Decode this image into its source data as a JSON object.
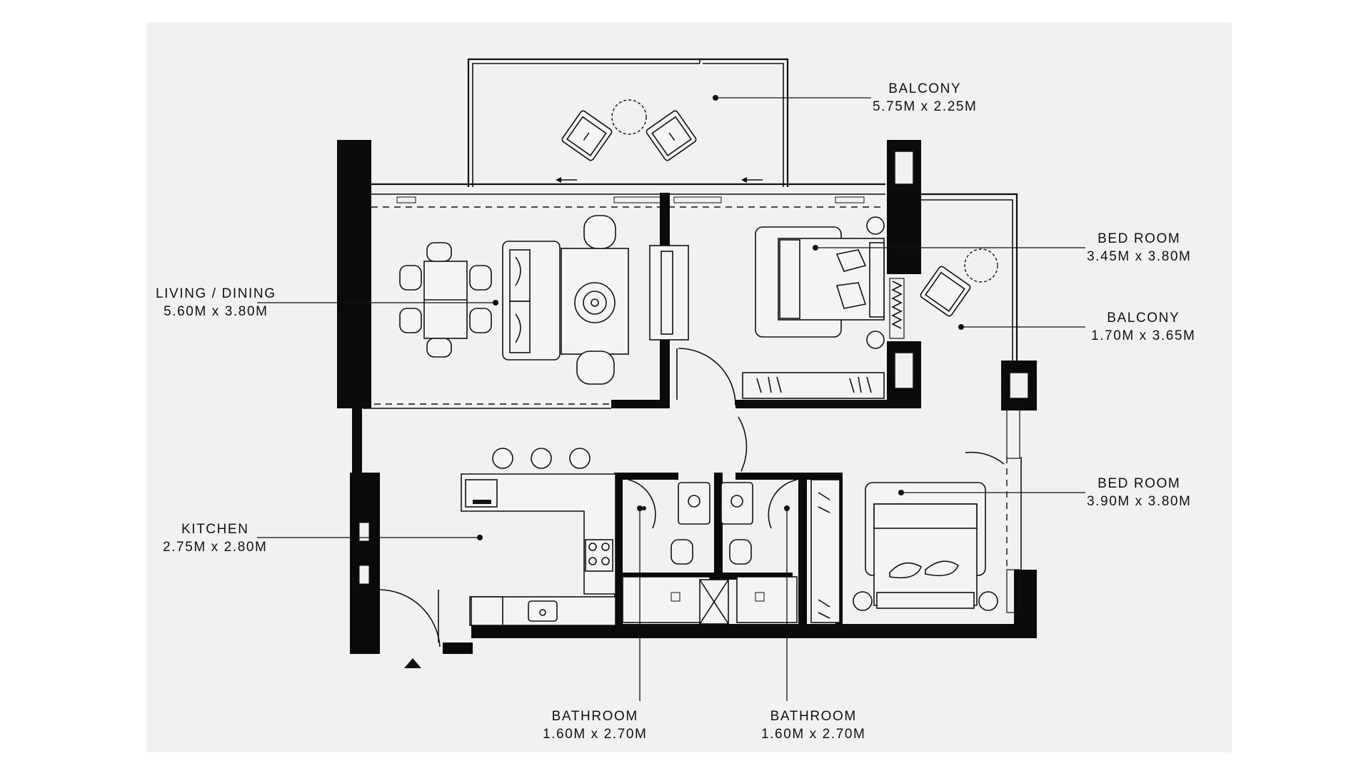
{
  "rooms": [
    {
      "id": "balcony-top",
      "name": "BALCONY",
      "size": "5.75M x 2.25M"
    },
    {
      "id": "bedroom-1",
      "name": "BED ROOM",
      "size": "3.45M x 3.80M"
    },
    {
      "id": "balcony-side",
      "name": "BALCONY",
      "size": "1.70M x 3.65M"
    },
    {
      "id": "living-dining",
      "name": "LIVING / DINING",
      "size": "5.60M x 3.80M"
    },
    {
      "id": "bedroom-2",
      "name": "BED ROOM",
      "size": "3.90M x 3.80M"
    },
    {
      "id": "kitchen",
      "name": "KITCHEN",
      "size": "2.75M x 2.80M"
    },
    {
      "id": "bathroom-1",
      "name": "BATHROOM",
      "size": "1.60M x 2.70M"
    },
    {
      "id": "bathroom-2",
      "name": "BATHROOM",
      "size": "1.60M x 2.70M"
    }
  ],
  "colors": {
    "background": "#f1f1f1",
    "ink": "#0a0a0a"
  }
}
